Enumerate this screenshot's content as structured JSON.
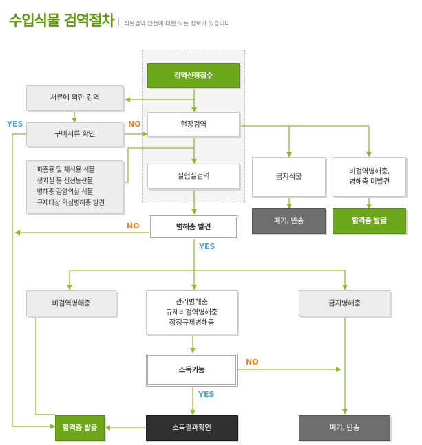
{
  "header": {
    "title": "수입식물 검역절차",
    "subtitle": "식물검역 안전에 대한 모든 정보가 있습니다."
  },
  "nodes": {
    "application": "검역신청접수",
    "document_inspection": "서류에 의한 검역",
    "required_documents": "구비서류 확인",
    "field_inspection": "현장검역",
    "lab_inspection": "실험실검역",
    "prohibited_plant": "금지식물",
    "non_quarantine_pest": "비검역병해충,\n병해충 미발견",
    "dispose_return_top": "폐기, 반송",
    "pass_certificate_top": "합격증 발급",
    "pest_found": "병해충 발견",
    "non_quarantine_pest_bottom": "비검역병해충",
    "regulated_pests": "관리병해충\n규제비검역병해충\n잠정규제병해충",
    "prohibited_pest": "금지병해충",
    "disinfection_possible": "소독기능",
    "pass_certificate_bottom": "합격증 발급",
    "disinfection_check": "소독결과확인",
    "dispose_return_bottom": "폐기, 반송"
  },
  "lab_criteria": [
    "파종용 및 재식용 식물",
    "생과실 등 신선농산물",
    "병해충 감염의심 식물",
    "규제대상 의심병해충 발견"
  ],
  "labels": {
    "yes": "YES",
    "no": "NO"
  },
  "colors": {
    "accent_green": "#6da81b",
    "line_green": "#8cbc2e",
    "yes_blue": "#4aa7d6",
    "no_orange": "#e58324",
    "dark_gray": "#6e6e6e",
    "black": "#303030"
  }
}
